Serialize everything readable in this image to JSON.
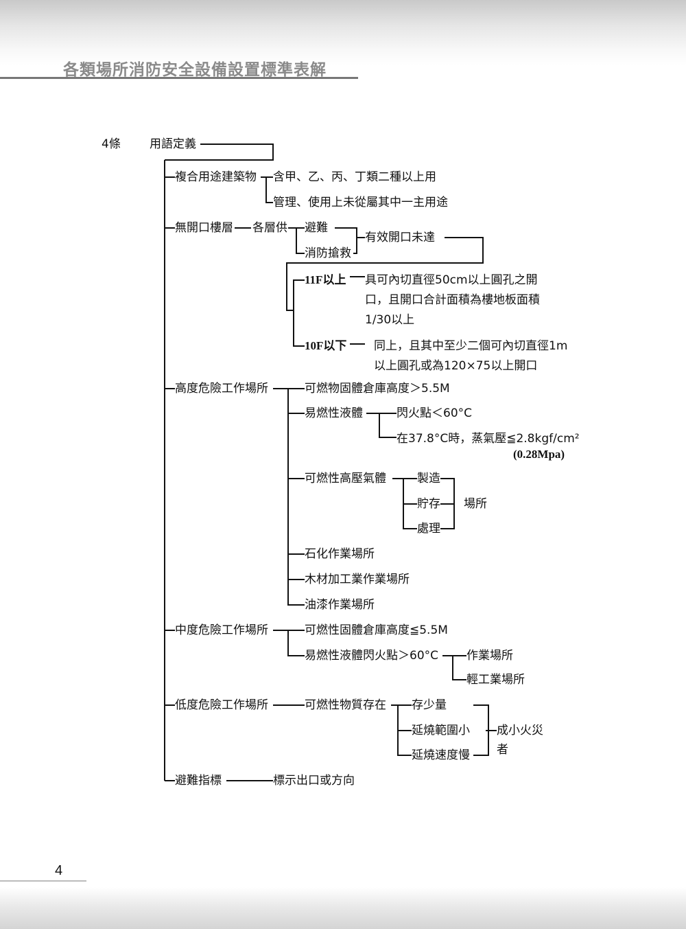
{
  "header": {
    "title": "各類場所消防安全設備設置標準表解"
  },
  "footer": {
    "page_number": "4"
  },
  "tree": {
    "article": "4條",
    "root": "用語定義",
    "mixed_use": {
      "label": "複合用途建築物",
      "items": [
        "含甲、乙、丙、丁類二種以上用",
        "管理、使用上未從屬其中一主用途"
      ]
    },
    "no_opening_floor": {
      "label": "無開口樓層",
      "sub": "各層供",
      "purposes": [
        "避難",
        "消防搶救"
      ],
      "condition": "有效開口未達",
      "above_11f": {
        "label": "11F以上",
        "lines": [
          "具可內切直徑50cm以上圓孔之開",
          "口，且開口合計面積為樓地板面積",
          "1/30以上"
        ]
      },
      "below_10f": {
        "label": "10F以下",
        "lines": [
          "同上，且其中至少二個可內切直徑1m",
          "以上圓孔或為120×75以上開口"
        ]
      }
    },
    "high_hazard": {
      "label": "高度危險工作場所",
      "solid": "可燃物固體倉庫高度＞5.5M",
      "liquid": {
        "label": "易燃性液體",
        "items": [
          "閃火點＜60°C",
          "在37.8°C時，蒸氣壓≦2.8kgf/cm²",
          "(0.28Mpa)"
        ]
      },
      "gas": {
        "label": "可燃性高壓氣體",
        "items": [
          "製造",
          "貯存",
          "處理"
        ],
        "suffix": "場所"
      },
      "others": [
        "石化作業場所",
        "木材加工業作業場所",
        "油漆作業場所"
      ]
    },
    "medium_hazard": {
      "label": "中度危險工作場所",
      "solid": "可燃性固體倉庫高度≦5.5M",
      "liquid": "易燃性液體閃火點＞60°C",
      "liquid_items": [
        "作業場所",
        "輕工業場所"
      ]
    },
    "low_hazard": {
      "label": "低度危險工作場所",
      "sub": "可燃性物質存在",
      "items": [
        "存少量",
        "延燒範圍小",
        "延燒速度慢"
      ],
      "result": [
        "成小火災",
        "者"
      ]
    },
    "exit_sign": {
      "label": "避難指標",
      "desc": "標示出口或方向"
    }
  }
}
